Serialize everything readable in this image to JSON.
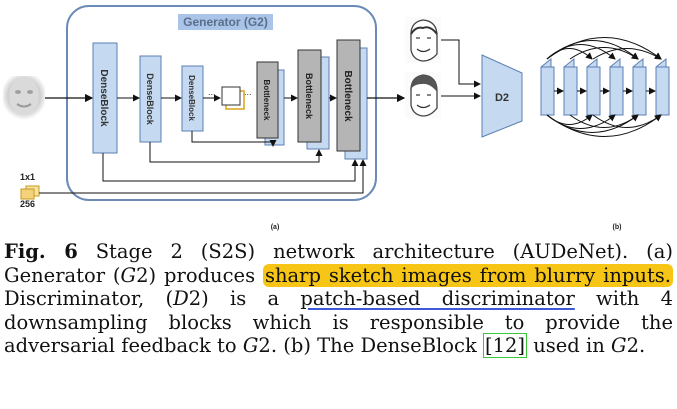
{
  "figure": {
    "generator_title": "Generator (G2)",
    "blocks": {
      "dense1": "DenseBlock",
      "dense2": "DenseBlock",
      "dense3": "DenseBlock",
      "bottleneck1": "Bottleneck",
      "bottleneck2": "Bottleneck",
      "bottleneck3": "Bottleneck"
    },
    "ellipsis": "...",
    "conv_kernel": "1x1",
    "conv_channels": "256",
    "discriminator": "D2",
    "panel_a": "(a)",
    "panel_b": "(b)",
    "colors": {
      "block_fill": "#c5daf1",
      "block_stroke": "#5b7fb3",
      "bottleneck_fill": "#b5b5b5",
      "generator_border": "#6b8ab8",
      "title_highlight": "#a9c4e8",
      "conv_fill": "#f3d27a"
    }
  },
  "caption": {
    "fig_label": "Fig. 6",
    "seg1": " Stage 2 (S2S) network architecture (AUDeNet). (a) Generator (",
    "g2_a": "G",
    "g2_a_sub": "2",
    "seg2": ") produces ",
    "highlight": "sharp sketch images from blurry inputs.",
    "seg3": " Discriminator, (",
    "d2": "D",
    "d2_sub": "2",
    "seg4": ") is a ",
    "underline": "patch-based discriminator",
    "seg5": " with 4 downsampling blocks which is responsible to provide the adversarial feedback to ",
    "g2_b": "G",
    "g2_b_sub": "2",
    "seg6": ". (b) The DenseBlock ",
    "ref": "[12]",
    "seg7": " used in ",
    "g2_c": "G",
    "g2_c_sub": "2",
    "seg8": "."
  }
}
